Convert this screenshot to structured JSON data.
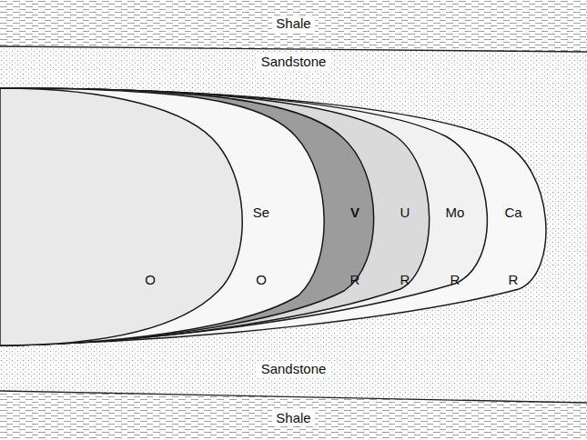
{
  "diagram": {
    "nodes": [
      {
        "text": [
          "Shale"
        ]
      },
      {
        "text": [
          "Sandstone",
          "Sandstone"
        ]
      },
      {
        "text": [
          "O"
        ],
        "in": 1
      },
      {
        "text": [
          "Se",
          "O"
        ],
        "in": 1
      },
      {
        "text": [
          "V",
          "R"
        ],
        "in": 1
      },
      {
        "text": [
          "U",
          "R"
        ],
        "in": 1
      },
      {
        "text": [
          "Mo",
          "R"
        ],
        "in": 1
      },
      {
        "text": [
          "Ca",
          "R"
        ],
        "in": 1
      },
      {
        "text": [
          "Shale"
        ]
      }
    ]
  }
}
